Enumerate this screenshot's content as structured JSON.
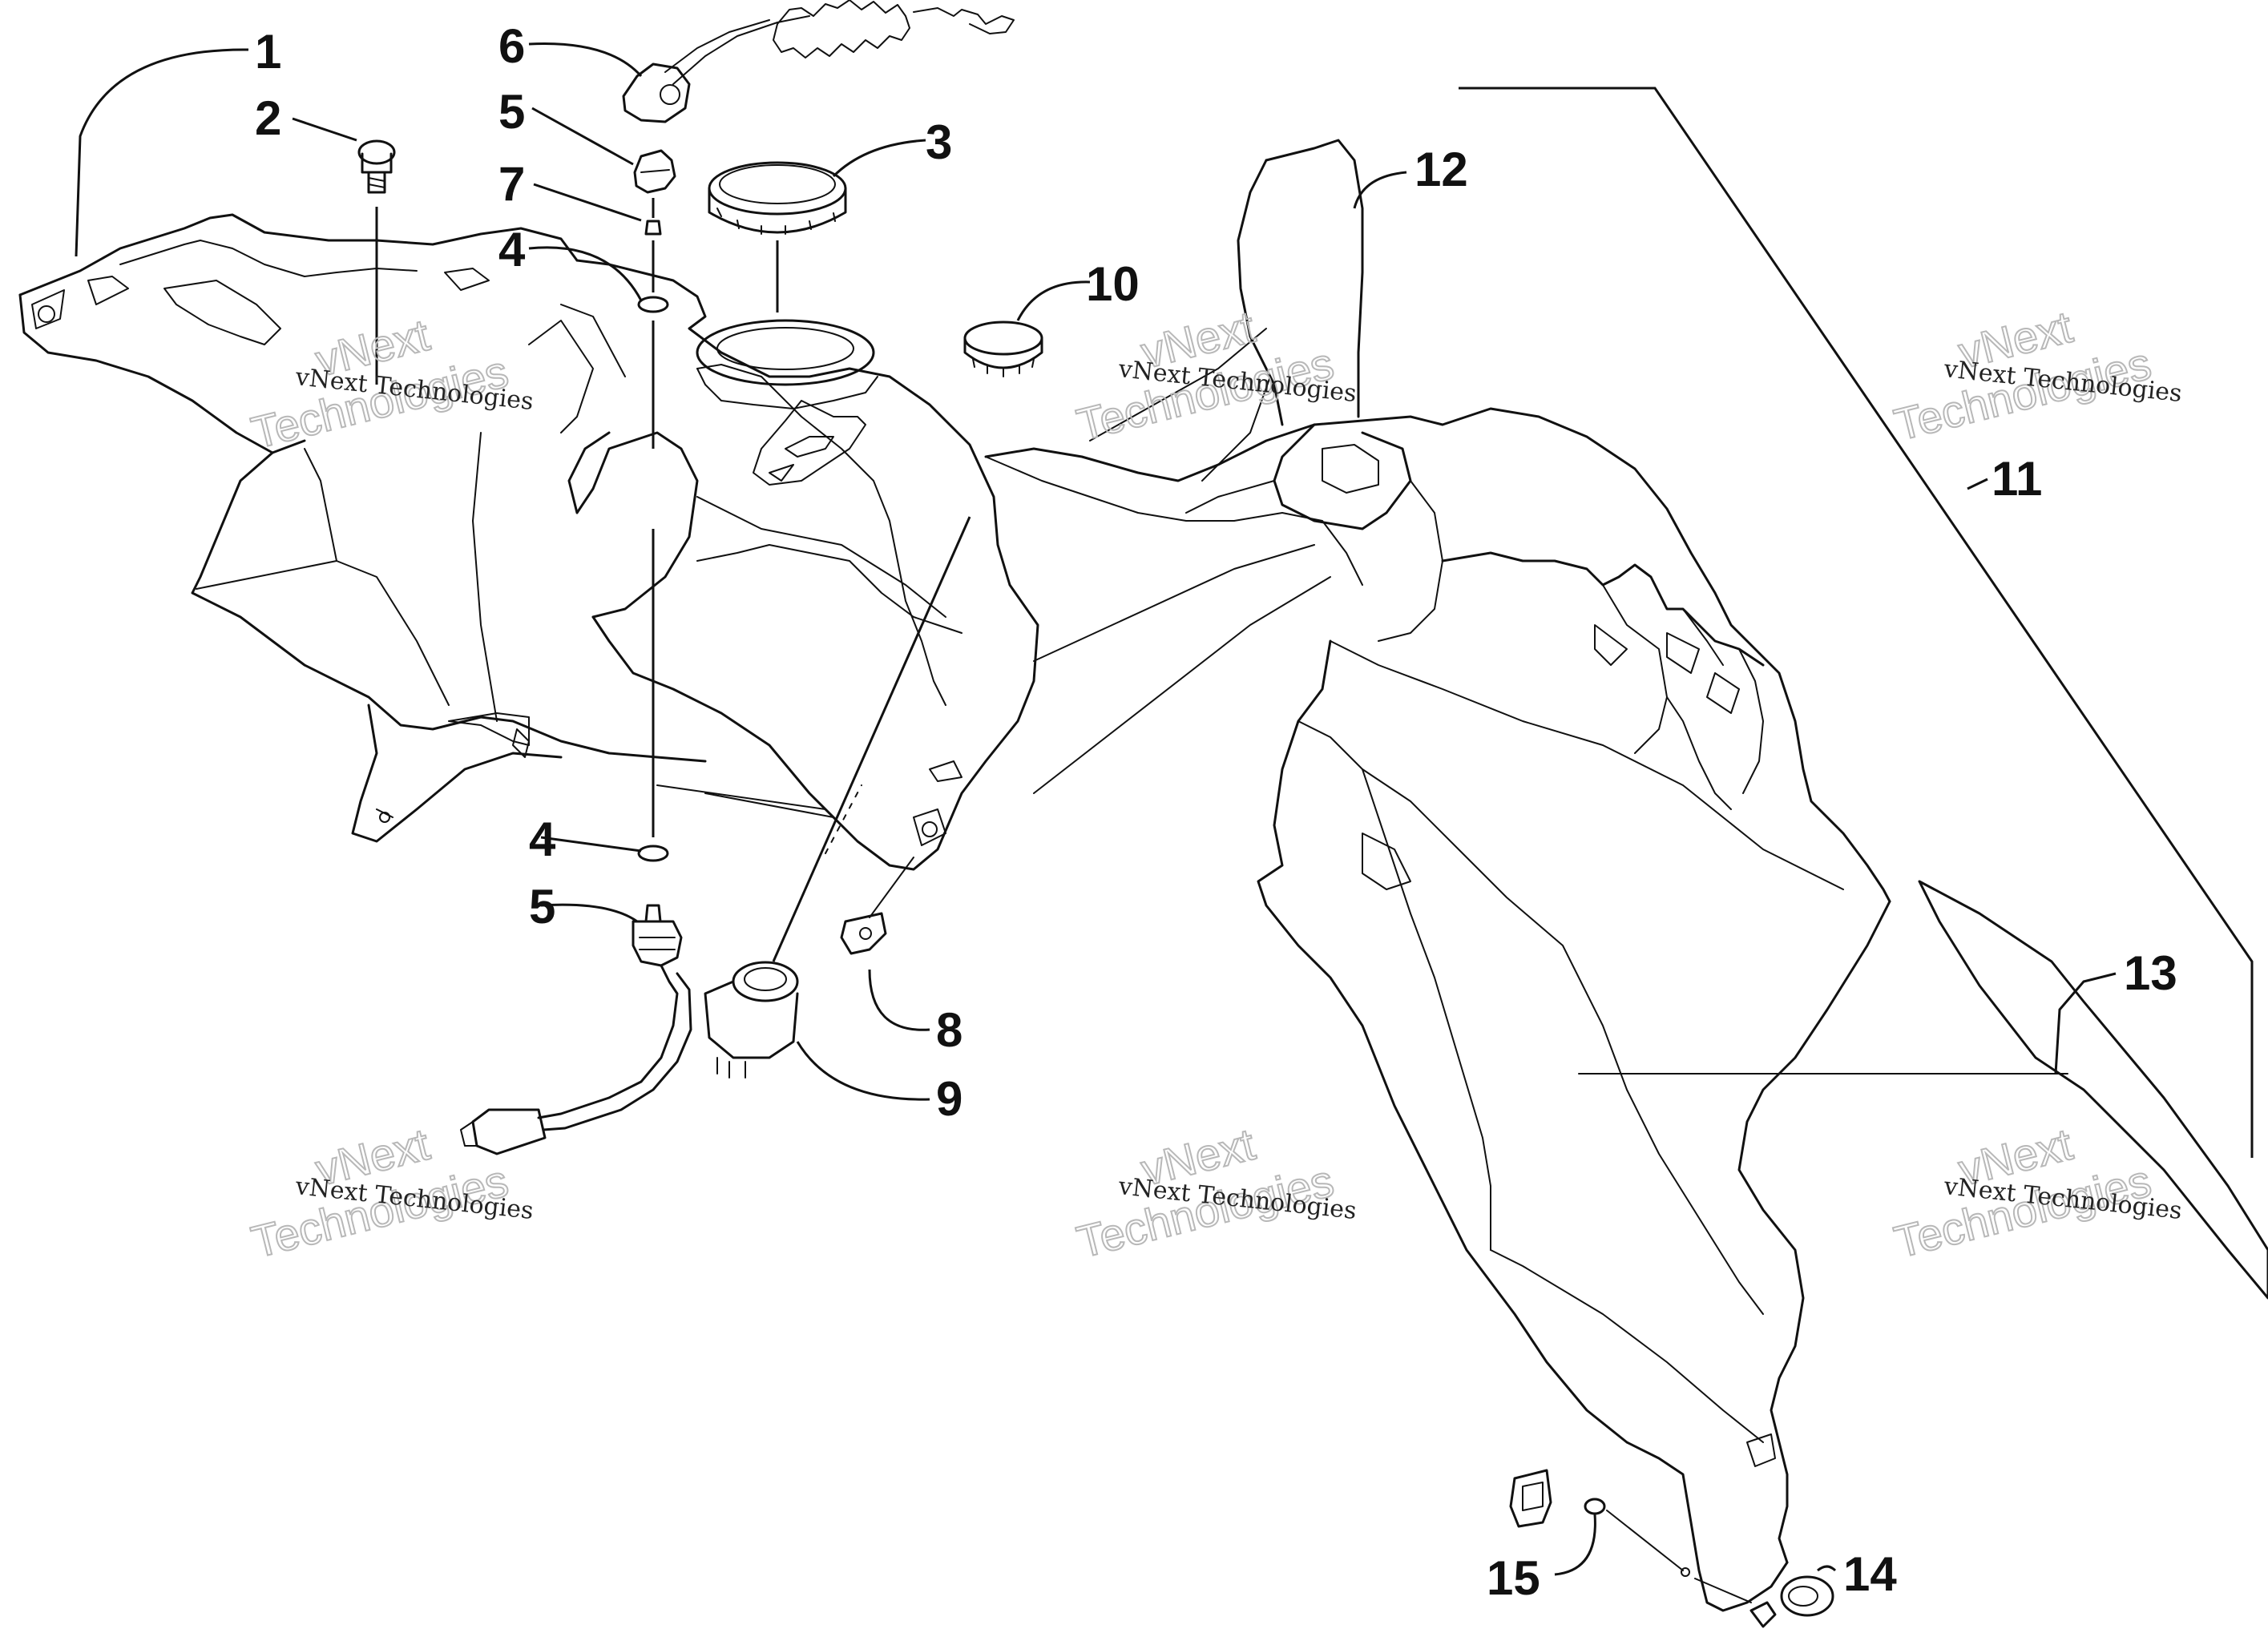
{
  "diagram": {
    "callouts": [
      "1",
      "2",
      "3",
      "4",
      "5",
      "6",
      "7",
      "8",
      "9",
      "10",
      "11",
      "12",
      "13",
      "14",
      "15",
      "4",
      "5"
    ],
    "watermark": {
      "line1": "vNext Technologies",
      "line2a": "vNext",
      "line2b": "Technologies"
    },
    "colors": {
      "ink": "#111111",
      "watermark": "#b8b8b8",
      "background": "#ffffff"
    }
  }
}
